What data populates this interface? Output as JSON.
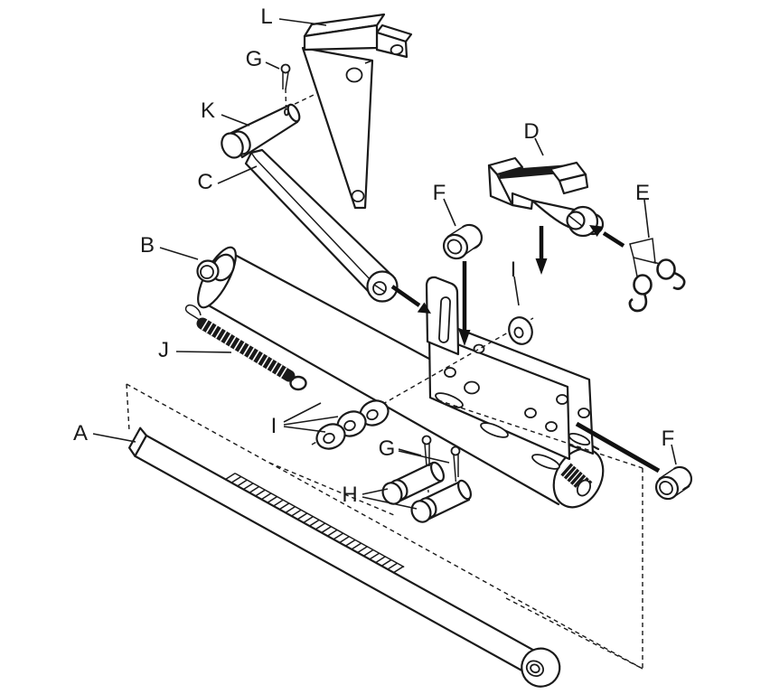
{
  "diagram": {
    "kind": "exploded-parts-diagram",
    "background_color": "#ffffff",
    "line_color": "#1a1a1a",
    "arrow_color": "#111111",
    "labels": [
      {
        "id": "label-l",
        "text": "L"
      },
      {
        "id": "label-g-top",
        "text": "G"
      },
      {
        "id": "label-k",
        "text": "K"
      },
      {
        "id": "label-c",
        "text": "C"
      },
      {
        "id": "label-b",
        "text": "B"
      },
      {
        "id": "label-d",
        "text": "D"
      },
      {
        "id": "label-f-top",
        "text": "F"
      },
      {
        "id": "label-e",
        "text": "E"
      },
      {
        "id": "label-i-top",
        "text": "I"
      },
      {
        "id": "label-j",
        "text": "J"
      },
      {
        "id": "label-i-mid",
        "text": "I"
      },
      {
        "id": "label-a",
        "text": "A"
      },
      {
        "id": "label-g-mid",
        "text": "G"
      },
      {
        "id": "label-h",
        "text": "H"
      },
      {
        "id": "label-f-right",
        "text": "F"
      }
    ]
  }
}
